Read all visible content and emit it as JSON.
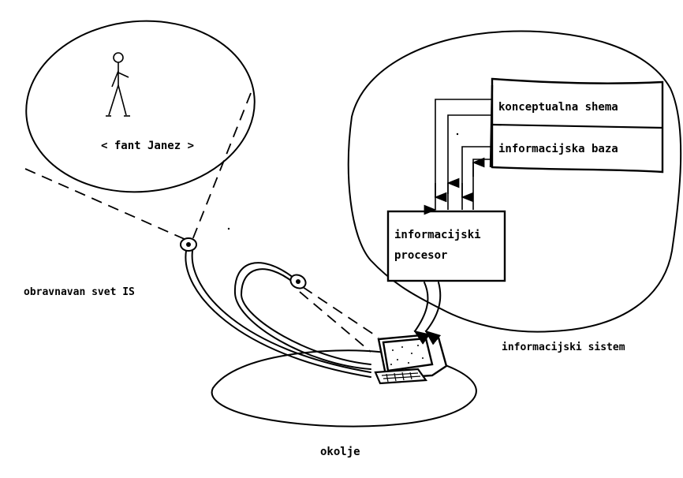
{
  "labels": {
    "person_caption": "< fant Janez >",
    "discourse_world": "obravnavan svet IS",
    "conceptual_schema": "konceptualna shema",
    "information_base": "informacijska baza",
    "information_processor_line1": "informacijski",
    "information_processor_line2": "procesor",
    "information_system": "informacijski sistem",
    "environment": "okolje"
  },
  "icons": {
    "person": "stick-figure-icon",
    "eye_left": "eye-icon",
    "eye_right": "eye-icon",
    "terminal": "computer-terminal-icon"
  },
  "colors": {
    "ink": "#000000",
    "background": "#ffffff"
  }
}
